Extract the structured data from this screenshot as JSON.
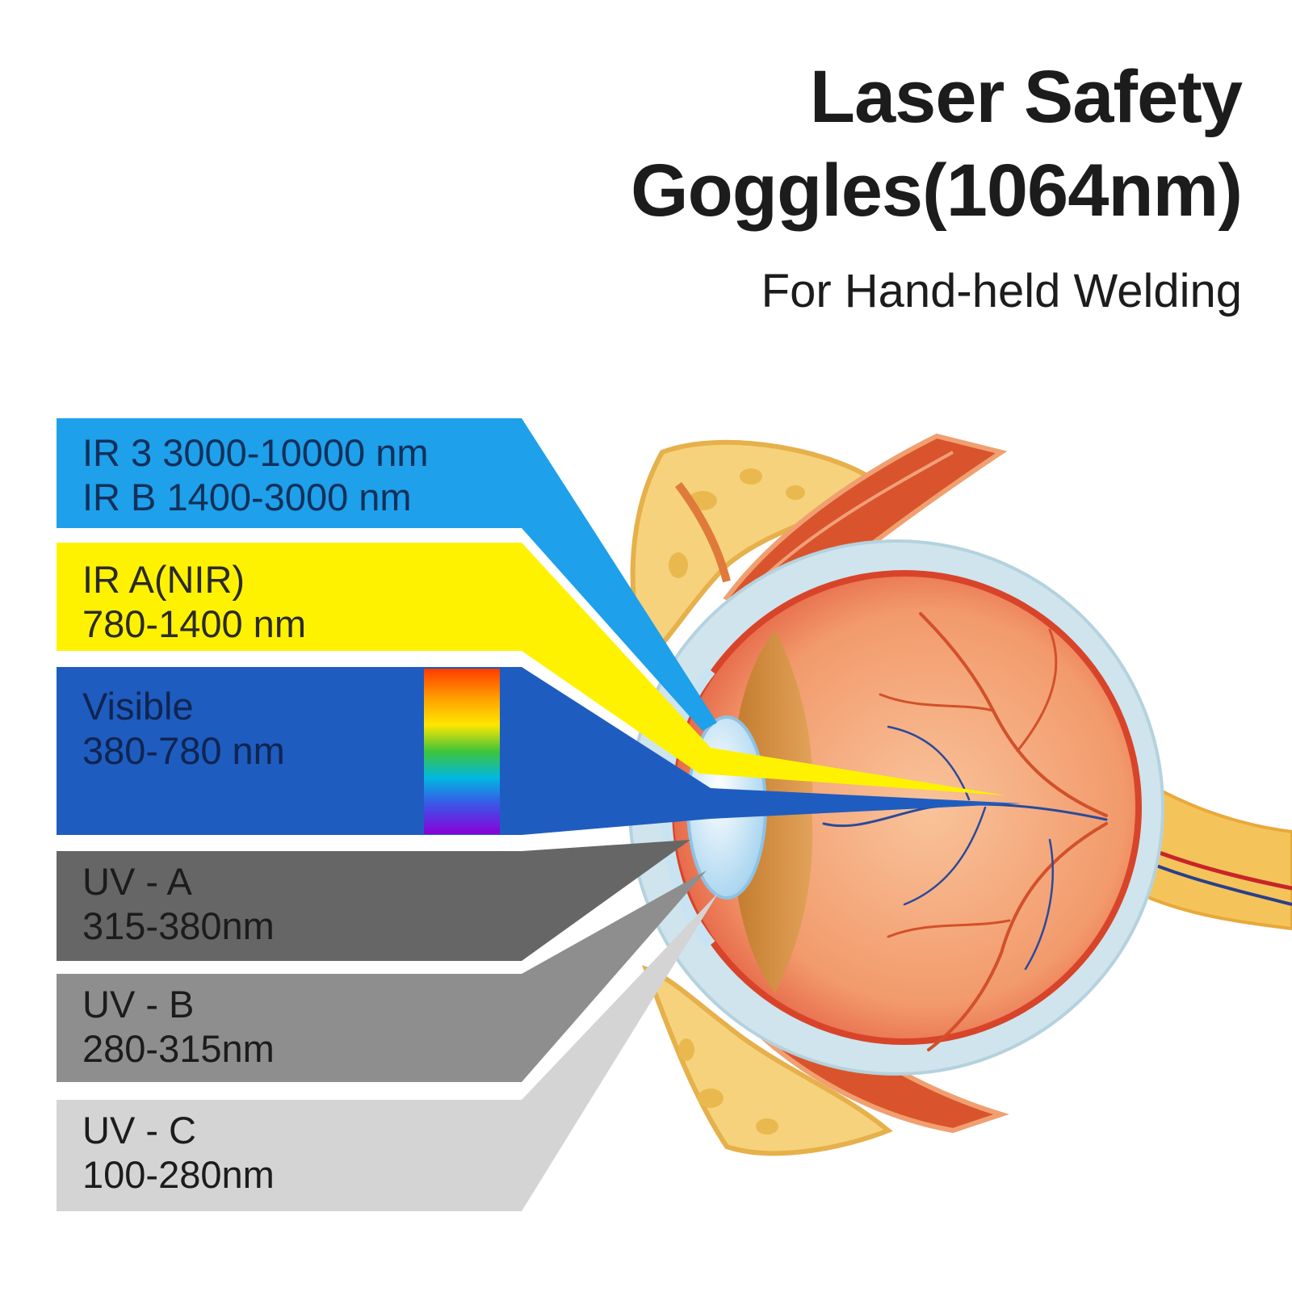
{
  "header": {
    "title_line1": "Laser Safety",
    "title_line2": "Goggles(1064nm)",
    "subtitle": "For Hand-held Welding"
  },
  "bands": [
    {
      "id": "ir",
      "line1": "IR 3 3000-10000 nm",
      "line2": "IR B 1400-3000 nm",
      "color": "#1ea0ea",
      "text_color": "#12305a"
    },
    {
      "id": "ira",
      "line1": "IR A(NIR)",
      "line2": "780-1400 nm",
      "color": "#fff200",
      "text_color": "#2a2a2a"
    },
    {
      "id": "visible",
      "line1": "Visible",
      "line2": "380-780 nm",
      "color": "#1f5cc0",
      "text_color": "#0f2550"
    },
    {
      "id": "uva",
      "line1": "UV - A",
      "line2": "315-380nm",
      "color": "#666666",
      "text_color": "#1c1c1c"
    },
    {
      "id": "uvb",
      "line1": "UV - B",
      "line2": "280-315nm",
      "color": "#8e8e8e",
      "text_color": "#1c1c1c"
    },
    {
      "id": "uvc",
      "line1": "UV - C",
      "line2": "100-280nm",
      "color": "#d4d4d4",
      "text_color": "#1c1c1c"
    }
  ]
}
